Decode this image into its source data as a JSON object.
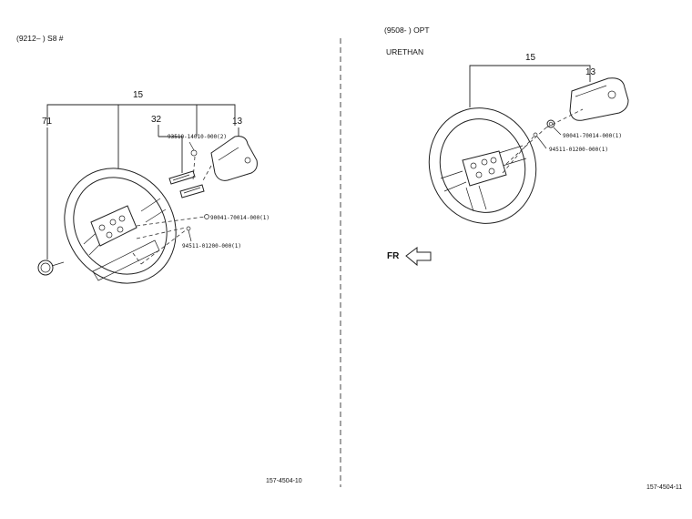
{
  "left_panel": {
    "header": "(9212–        ) S8 #",
    "callouts": {
      "assembly": "15",
      "emblem": "71",
      "bracket": "32",
      "pad": "13"
    },
    "part_numbers": {
      "screw": "93510-14010-000(2)",
      "nut": "90041-70014-000(1)",
      "washer": "94511-01200-000(1)"
    },
    "ref_code": "157-4504-10"
  },
  "right_panel": {
    "header": "(9508-        ) OPT",
    "subheader": "URETHAN",
    "callouts": {
      "assembly": "15",
      "pad": "13"
    },
    "part_numbers": {
      "nut": "90041-70014-000(1)",
      "washer": "94511-01200-000(1)"
    },
    "direction_label": "FR",
    "ref_code": "157-4504-11"
  }
}
